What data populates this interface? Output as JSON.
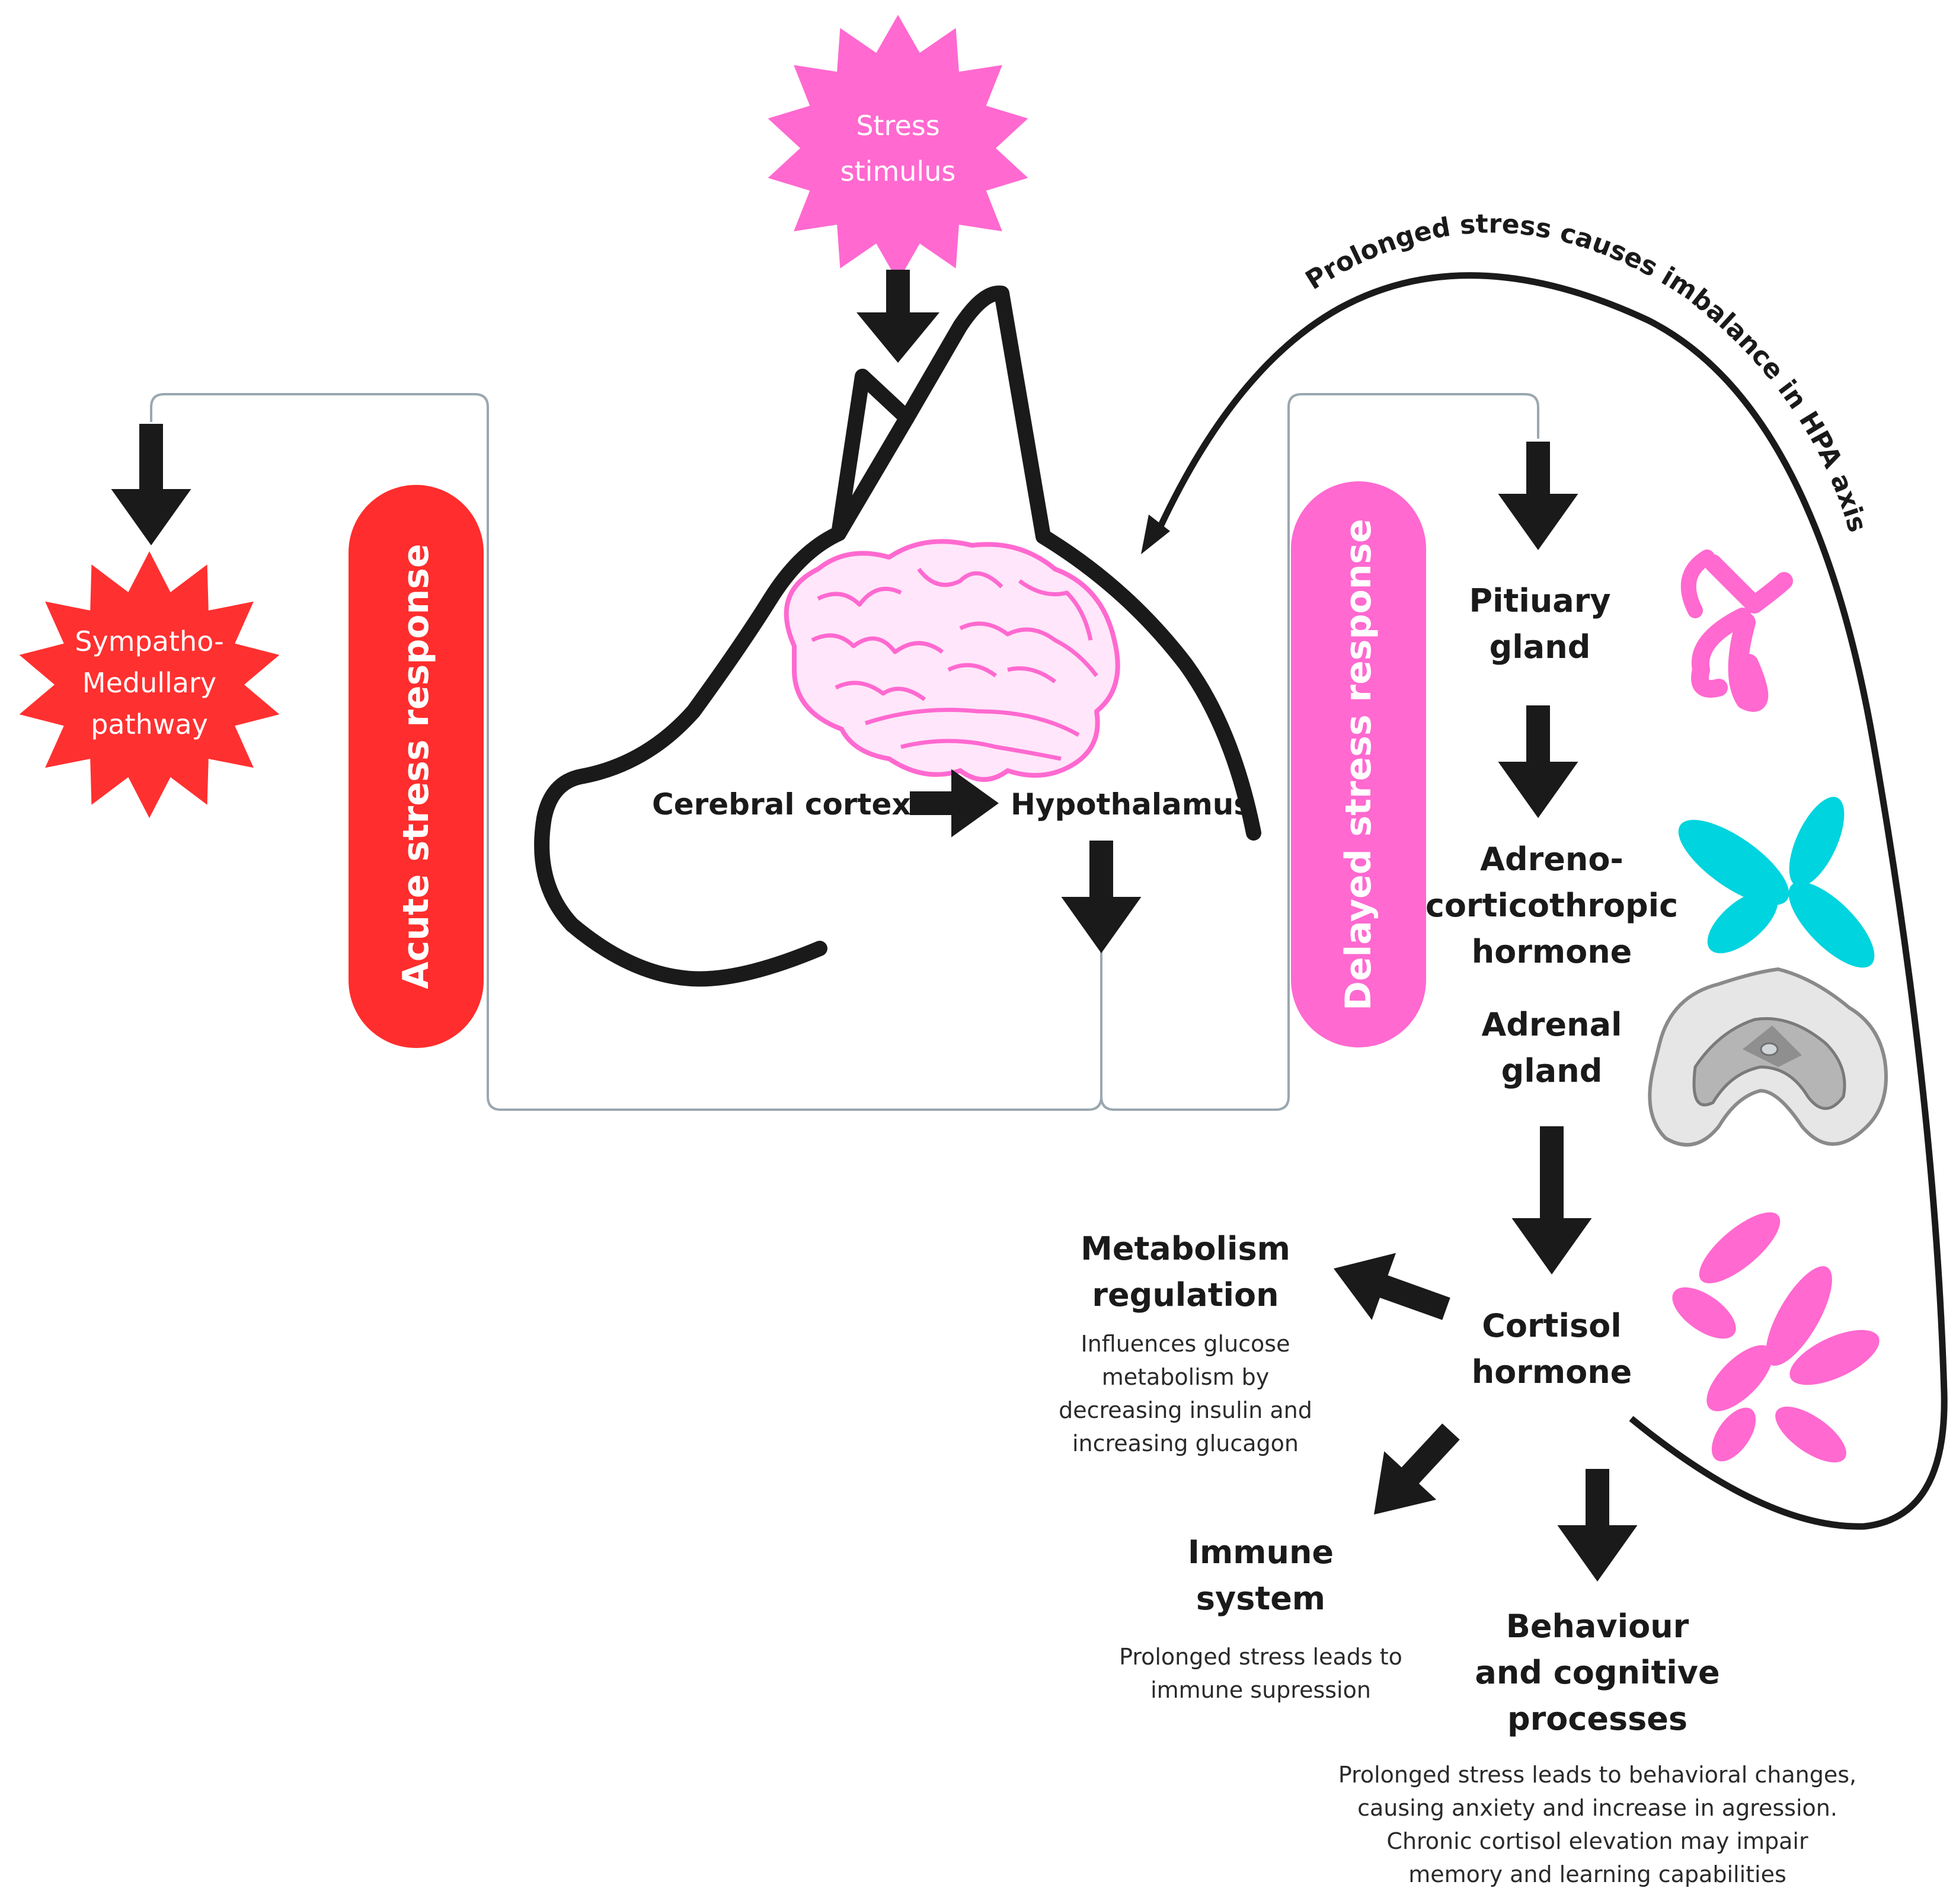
{
  "stimulus": {
    "lines": [
      "Stress",
      "stimulus"
    ],
    "color": "#ff69d0"
  },
  "sympatho": {
    "lines": [
      "Sympatho-",
      "Medullary",
      "pathway"
    ],
    "color": "#ff3030"
  },
  "acute": {
    "label": "Acute stress response",
    "color": "#ff2d2d"
  },
  "delayed": {
    "label": "Delayed stress response",
    "color": "#ff69d0"
  },
  "brain": {
    "cortex": "Cerebral cortex",
    "hypothalamus": "Hypothalamus"
  },
  "feedback": {
    "label": "Prolonged stress causes imbalance in HPA axis"
  },
  "hpa": {
    "pituitary": [
      "Pitiuary",
      "gland"
    ],
    "acth": [
      "Adreno-",
      "corticothropic",
      "hormone"
    ],
    "adrenal": [
      "Adrenal",
      "gland"
    ],
    "cortisol": [
      "Cortisol",
      "hormone"
    ]
  },
  "effects": {
    "metabolism": {
      "title": [
        "Metabolism",
        "regulation"
      ],
      "desc": [
        "Influences glucose",
        "metabolism by",
        "decreasing insulin and",
        "increasing glucagon"
      ]
    },
    "immune": {
      "title": [
        "Immune",
        "system"
      ],
      "desc": [
        "Prolonged stress leads to",
        "immune supression"
      ]
    },
    "behaviour": {
      "title": [
        "Behaviour",
        "and cognitive",
        "processes"
      ],
      "desc": [
        "Prolonged stress leads to behavioral changes,",
        "causing anxiety and increase in agression.",
        "Chronic cortisol elevation may impair",
        "memory and learning capabilities"
      ]
    }
  },
  "colors": {
    "arrow": "#1a1a1a",
    "connector": "#9aa7b0",
    "cyan": "#00d4de",
    "pink": "#ff69d0"
  }
}
